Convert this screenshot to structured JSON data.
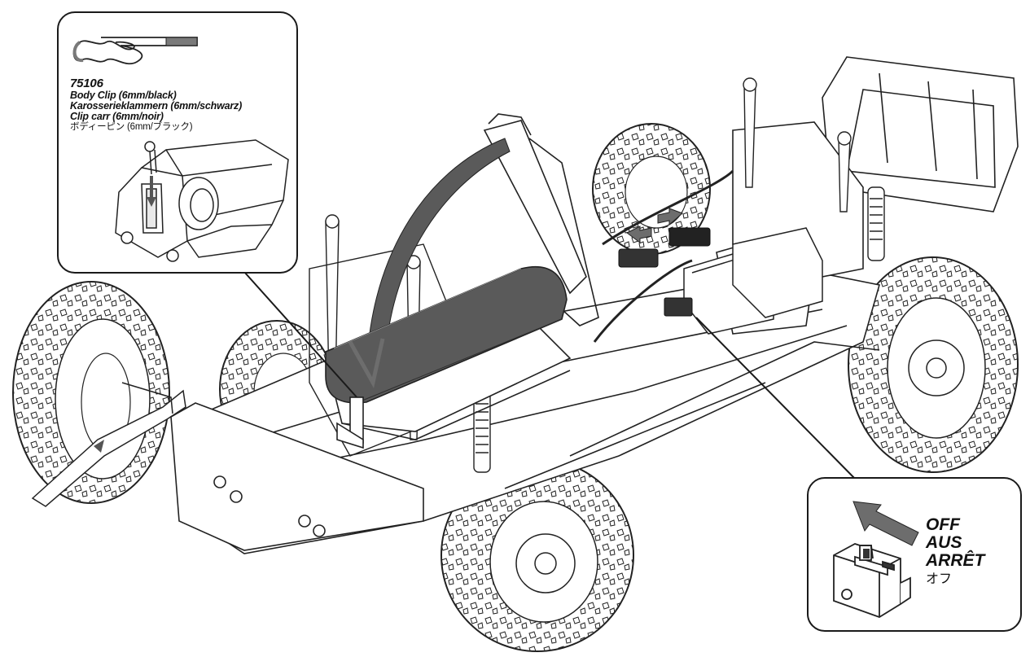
{
  "clip_callout": {
    "part_number": "75106",
    "names": {
      "en": "Body Clip (6mm/black)",
      "de": "Karosserieklammern (6mm/schwarz)",
      "fr": "Clip carr (6mm/noir)",
      "jp": "ボディーピン (6mm/ブラック)"
    }
  },
  "switch_callout": {
    "labels": {
      "en": "OFF",
      "de": "AUS",
      "fr": "ARRÊT",
      "jp": "オフ"
    }
  },
  "colors": {
    "line": "#1a1a1a",
    "shaded": "#5a5a5a",
    "arrow": "#6d6d6d",
    "background": "#ffffff"
  },
  "icons": [
    "body-clip-icon",
    "push-arrow-icon",
    "power-switch-icon",
    "battery-pack-icon"
  ]
}
